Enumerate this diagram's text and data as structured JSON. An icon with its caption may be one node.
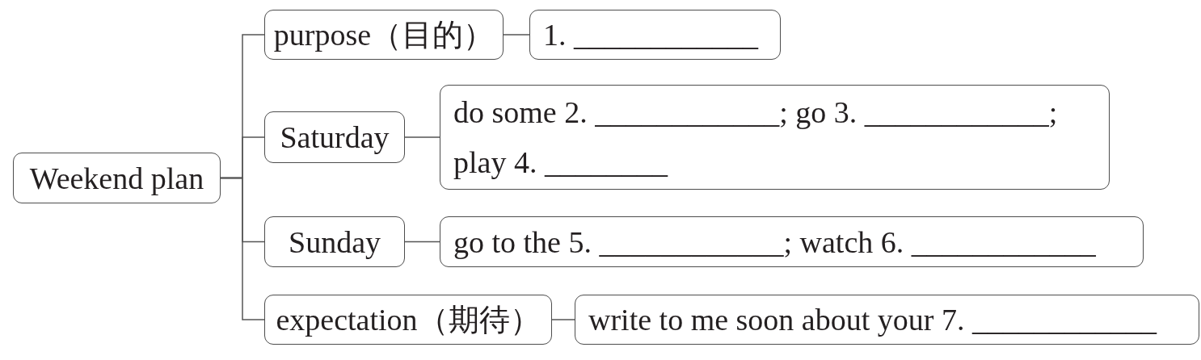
{
  "diagram": {
    "nodes": [
      {
        "text": [
          "Weekend plan"
        ]
      },
      {
        "text": [
          "purpose（目的）"
        ]
      },
      {
        "text": [
          "1. ____________"
        ]
      },
      {
        "text": [
          "Saturday"
        ]
      },
      {
        "text": [
          "do some 2. ____________; go 3. ____________; play 4. ________"
        ]
      },
      {
        "text": [
          "Sunday"
        ]
      },
      {
        "text": [
          "go to the 5. ____________; watch 6. ____________"
        ]
      },
      {
        "text": [
          "expectation（期待）"
        ]
      },
      {
        "text": [
          "write to me soon about your 7. ____________"
        ]
      }
    ],
    "edges": [
      {
        "from": 0,
        "to": 1,
        "arrow": "none"
      },
      {
        "from": 0,
        "to": 3,
        "arrow": "none"
      },
      {
        "from": 0,
        "to": 5,
        "arrow": "none"
      },
      {
        "from": 0,
        "to": 7,
        "arrow": "none"
      },
      {
        "from": 1,
        "to": 2,
        "arrow": "none"
      },
      {
        "from": 3,
        "to": 4,
        "arrow": "none"
      },
      {
        "from": 5,
        "to": 6,
        "arrow": "none"
      },
      {
        "from": 7,
        "to": 8,
        "arrow": "none"
      }
    ]
  }
}
